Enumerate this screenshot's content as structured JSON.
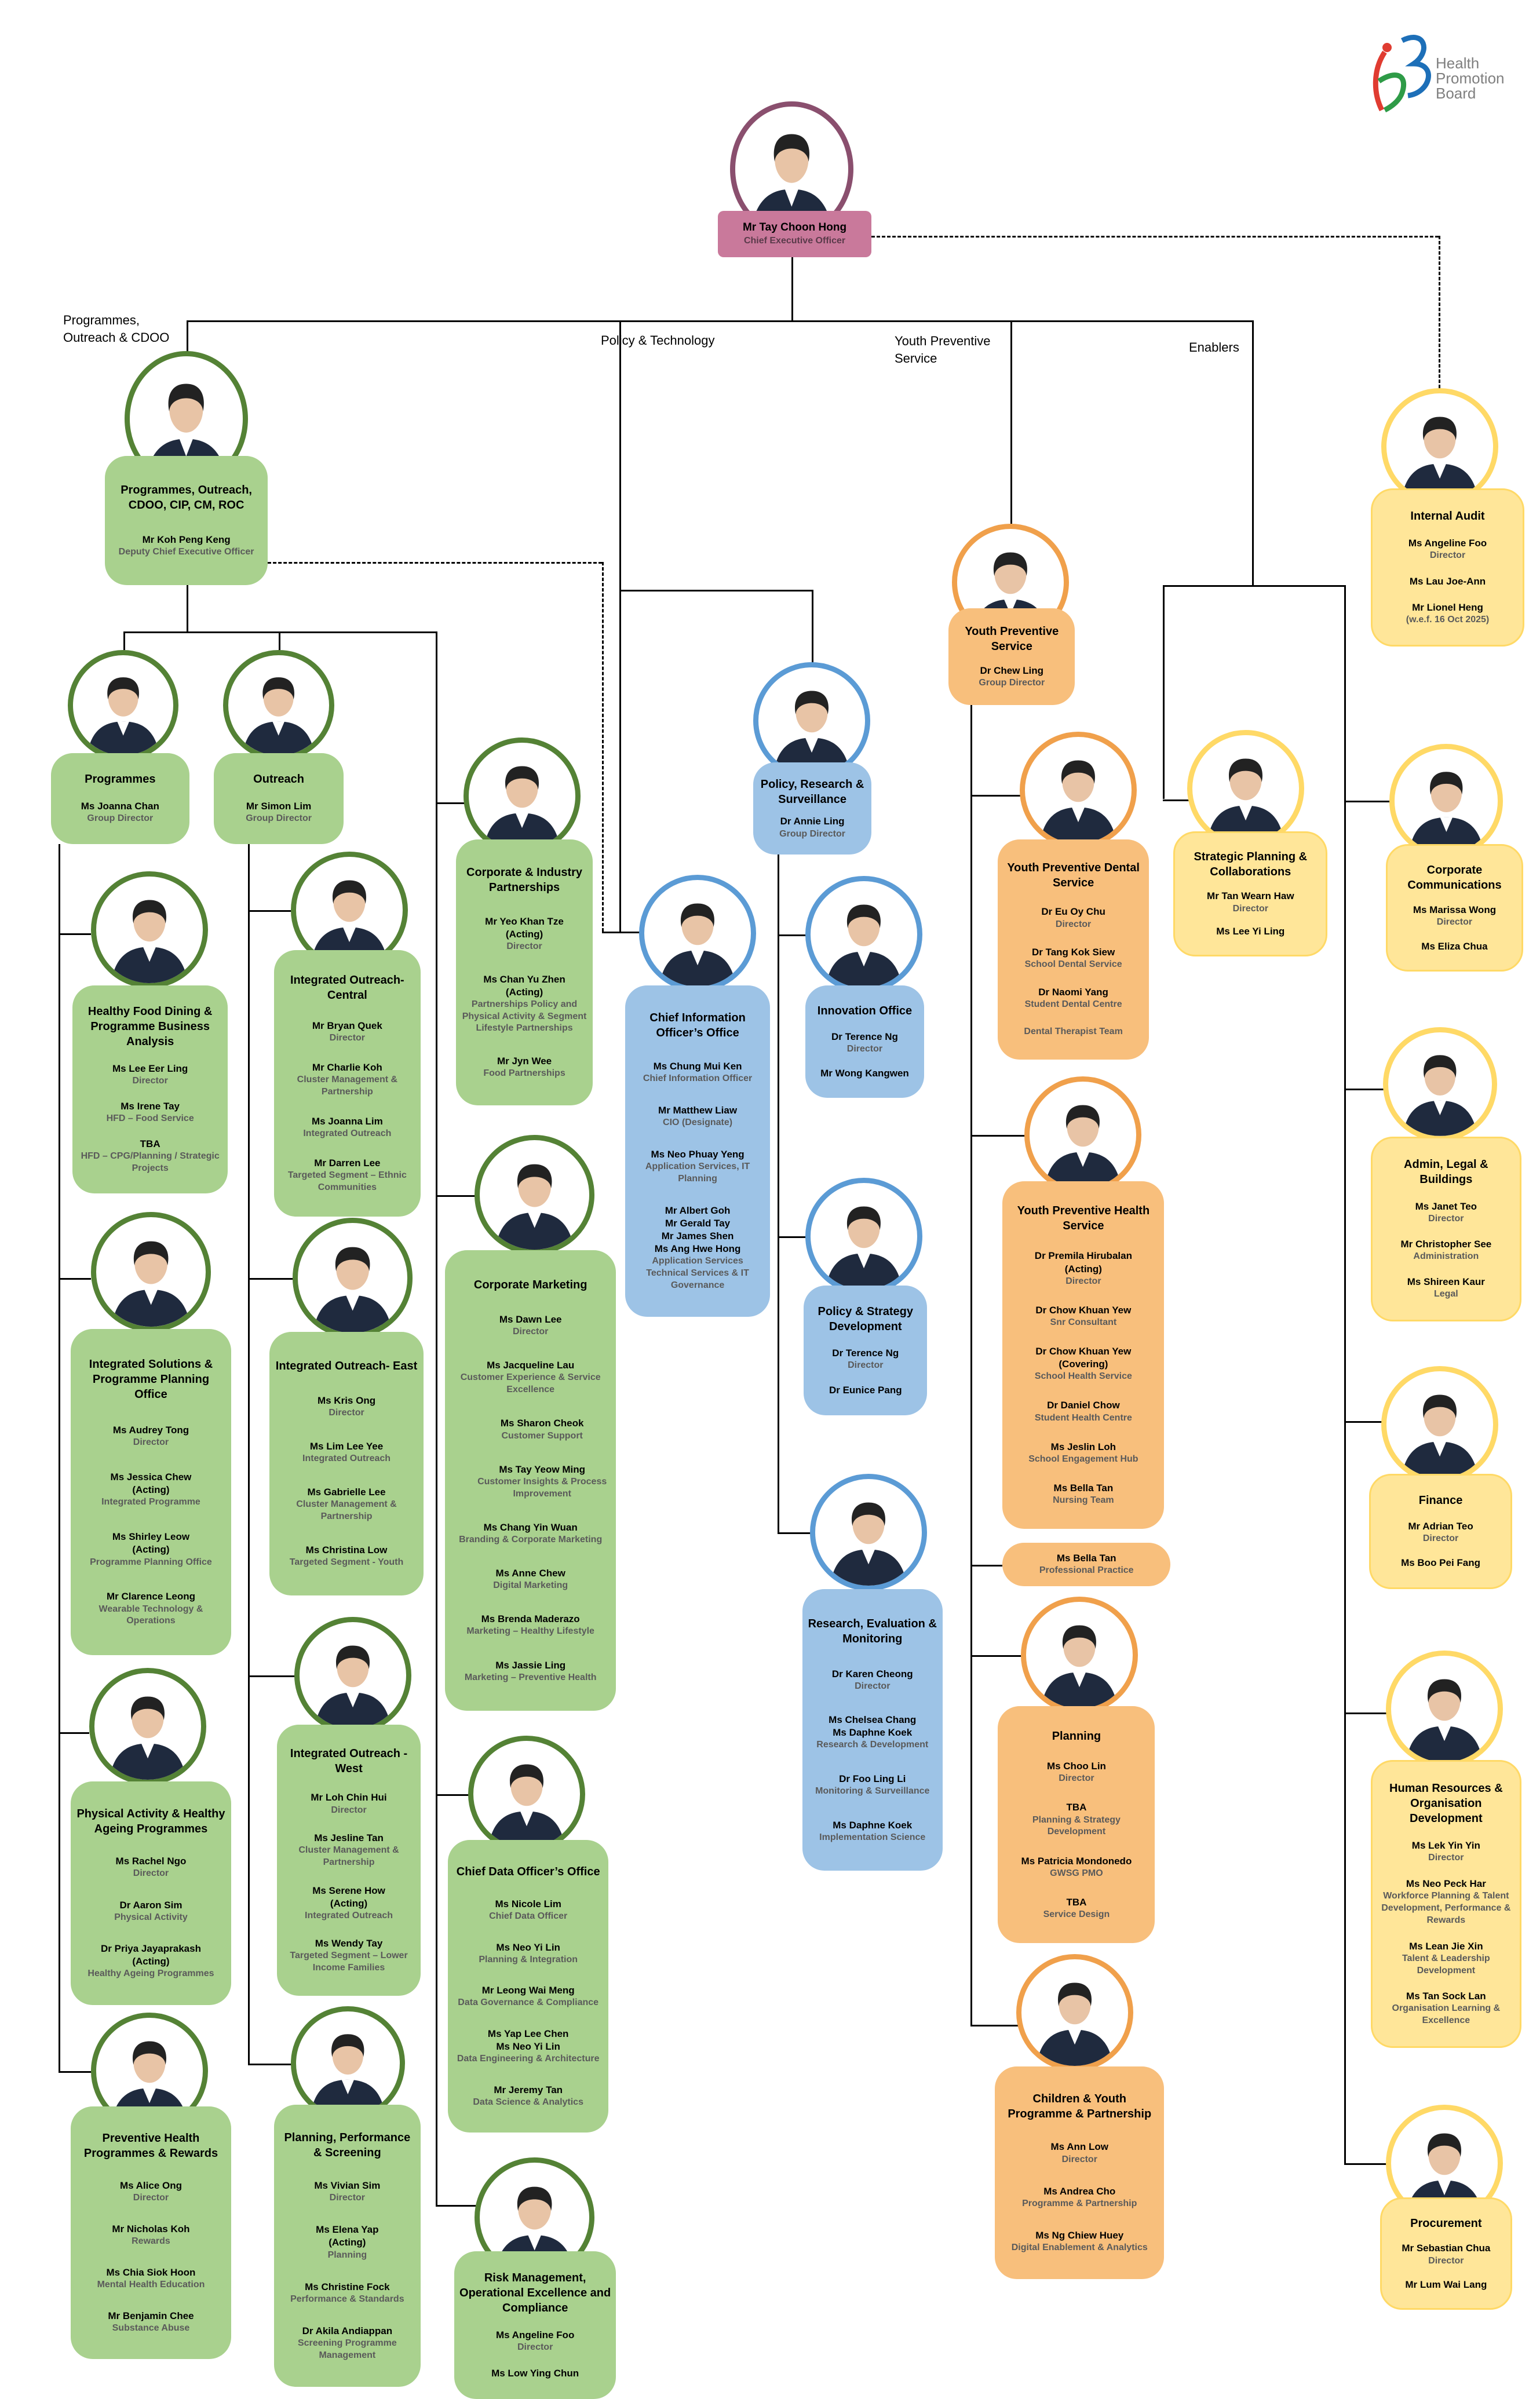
{
  "logo": {
    "text": "Health\nPromotion\nBoard"
  },
  "branches": {
    "programmes": "Programmes,\nOutreach & CDOO",
    "policy": "Policy & Technology",
    "youth": "Youth Preventive\nService",
    "enablers": "Enablers"
  },
  "theme_colors": {
    "green": "#a9d18e",
    "blue": "#9dc3e6",
    "orange": "#f8bf7c",
    "yellow": "#ffe699",
    "pink": "#c9799b"
  },
  "cards": {
    "ceo": {
      "people": [
        {
          "name": "Mr Tay Choon Hong",
          "role": "Chief Executive Officer"
        }
      ]
    },
    "koh": {
      "title": "Programmes, Outreach, CDOO, CIP, CM, ROC",
      "people": [
        {
          "name": "Mr Koh Peng Keng",
          "role": "Deputy Chief Executive Officer"
        }
      ]
    },
    "programmes": {
      "title": "Programmes",
      "people": [
        {
          "name": "Ms Joanna Chan",
          "role": "Group Director"
        }
      ]
    },
    "outreach": {
      "title": "Outreach",
      "people": [
        {
          "name": "Mr Simon Lim",
          "role": "Group Director"
        }
      ]
    },
    "healthy_food": {
      "title": "Healthy Food Dining & Programme Business Analysis",
      "people": [
        {
          "name": "Ms Lee Eer Ling",
          "role": "Director"
        },
        {
          "name": "Ms Irene Tay",
          "role": "HFD – Food Service"
        },
        {
          "name": "TBA",
          "role": "HFD – CPG/Planning / Strategic Projects"
        }
      ]
    },
    "isppo": {
      "title": "Integrated Solutions & Programme Planning Office",
      "people": [
        {
          "name": "Ms Audrey Tong",
          "role": "Director"
        },
        {
          "name": "Ms Jessica Chew\n(Acting)",
          "role": "Integrated Programme"
        },
        {
          "name": "Ms Shirley Leow\n(Acting)",
          "role": "Programme Planning Office"
        },
        {
          "name": "Mr Clarence Leong",
          "role": "Wearable Technology & Operations"
        }
      ]
    },
    "pahap": {
      "title": "Physical Activity & Healthy Ageing Programmes",
      "people": [
        {
          "name": "Ms Rachel Ngo",
          "role": "Director"
        },
        {
          "name": "Dr Aaron Sim",
          "role": "Physical Activity"
        },
        {
          "name": "Dr Priya Jayaprakash\n(Acting)",
          "role": "Healthy Ageing Programmes"
        }
      ]
    },
    "php": {
      "title": "Preventive Health Programmes & Rewards",
      "people": [
        {
          "name": "Ms Alice Ong",
          "role": "Director"
        },
        {
          "name": "Mr Nicholas Koh",
          "role": "Rewards"
        },
        {
          "name": "Ms Chia Siok Hoon",
          "role": "Mental Health Education"
        },
        {
          "name": "Mr Benjamin Chee",
          "role": "Substance Abuse"
        }
      ]
    },
    "io_central": {
      "title": "Integrated Outreach-Central",
      "people": [
        {
          "name": "Mr Bryan Quek",
          "role": "Director"
        },
        {
          "name": "Mr Charlie Koh",
          "role": "Cluster Management & Partnership"
        },
        {
          "name": "Ms Joanna Lim",
          "role": "Integrated Outreach"
        },
        {
          "name": "Mr Darren Lee",
          "role": "Targeted Segment – Ethnic Communities"
        }
      ]
    },
    "io_east": {
      "title": "Integrated Outreach- East",
      "people": [
        {
          "name": "Ms Kris Ong",
          "role": "Director"
        },
        {
          "name": "Ms Lim Lee Yee",
          "role": "Integrated Outreach"
        },
        {
          "name": "Ms Gabrielle Lee",
          "role": "Cluster Management & Partnership"
        },
        {
          "name": "Ms Christina Low",
          "role": "Targeted Segment - Youth"
        }
      ]
    },
    "io_west": {
      "title": "Integrated Outreach - West",
      "people": [
        {
          "name": "Mr Loh Chin Hui",
          "role": "Director"
        },
        {
          "name": "Ms Jesline Tan",
          "role": "Cluster Management & Partnership"
        },
        {
          "name": "Ms Serene How\n(Acting)",
          "role": "Integrated Outreach"
        },
        {
          "name": "Ms Wendy Tay",
          "role": "Targeted Segment – Lower Income Families"
        }
      ]
    },
    "pps": {
      "title": "Planning, Performance & Screening",
      "people": [
        {
          "name": "Ms Vivian Sim",
          "role": "Director"
        },
        {
          "name": "Ms Elena Yap\n(Acting)",
          "role": "Planning"
        },
        {
          "name": "Ms Christine Fock",
          "role": "Performance & Standards"
        },
        {
          "name": "Dr Akila Andiappan",
          "role": "Screening Programme Management"
        }
      ]
    },
    "cip": {
      "title": "Corporate & Industry Partnerships",
      "people": [
        {
          "name": "Mr Yeo Khan Tze\n(Acting)",
          "role": "Director"
        },
        {
          "name": "Ms Chan Yu Zhen\n(Acting)",
          "role": "Partnerships Policy and Physical Activity & Segment Lifestyle Partnerships"
        },
        {
          "name": "Mr Jyn Wee",
          "role": "Food Partnerships"
        }
      ]
    },
    "cm": {
      "title": "Corporate Marketing",
      "people": [
        {
          "name": "Ms Dawn Lee",
          "role": "Director"
        },
        {
          "name": "Ms Jacqueline Lau",
          "role": "Customer Experience & Service Excellence"
        },
        {
          "name": "Ms Sharon Cheok",
          "role": "Customer Support",
          "sub": true
        },
        {
          "name": "Ms Tay Yeow Ming",
          "role": "Customer Insights & Process Improvement",
          "sub": true
        },
        {
          "name": "Ms Chang Yin Wuan",
          "role": "Branding & Corporate Marketing"
        },
        {
          "name": "Ms Anne Chew",
          "role": "Digital Marketing"
        },
        {
          "name": "Ms Brenda Maderazo",
          "role": "Marketing – Healthy Lifestyle"
        },
        {
          "name": "Ms Jassie Ling",
          "role": "Marketing – Preventive Health"
        }
      ]
    },
    "cdo": {
      "title": "Chief Data Officer’s Office",
      "people": [
        {
          "name": "Ms Nicole Lim",
          "role": "Chief Data Officer"
        },
        {
          "name": "Ms Neo Yi Lin",
          "role": "Planning & Integration"
        },
        {
          "name": "Mr Leong Wai Meng",
          "role": "Data Governance & Compliance"
        },
        {
          "name": "Ms Yap Lee Chen\nMs Neo Yi Lin",
          "role": "Data Engineering & Architecture"
        },
        {
          "name": "Mr Jeremy Tan",
          "role": "Data Science & Analytics"
        }
      ]
    },
    "risk": {
      "title": "Risk Management, Operational Excellence and Compliance",
      "people": [
        {
          "name": "Ms Angeline Foo",
          "role": "Director"
        },
        {
          "name": "Ms Low Ying Chun"
        }
      ]
    },
    "prs": {
      "title": "Policy, Research & Surveillance",
      "people": [
        {
          "name": "Dr Annie Ling",
          "role": "Group Director"
        }
      ]
    },
    "cio": {
      "title": "Chief Information Officer’s Office",
      "people": [
        {
          "name": "Ms Chung Mui Ken",
          "role": "Chief Information Officer"
        },
        {
          "name": "Mr Matthew Liaw",
          "role": "CIO (Designate)"
        },
        {
          "name": "Ms Neo Phuay Yeng",
          "role": "Application Services, IT Planning"
        },
        {
          "name": "Mr Albert Goh\nMr Gerald Tay\nMr James Shen\nMs Ang Hwe Hong",
          "role": "Application Services Technical Services & IT Governance"
        }
      ]
    },
    "innovation": {
      "title": "Innovation Office",
      "people": [
        {
          "name": "Dr Terence Ng",
          "role": "Director"
        },
        {
          "name": "Mr Wong Kangwen"
        }
      ]
    },
    "psd": {
      "title": "Policy & Strategy Development",
      "people": [
        {
          "name": "Dr Terence Ng",
          "role": "Director"
        },
        {
          "name": "Dr Eunice Pang"
        }
      ]
    },
    "rem": {
      "title": "Research, Evaluation & Monitoring",
      "people": [
        {
          "name": "Dr Karen Cheong",
          "role": "Director"
        },
        {
          "name": "Ms Chelsea Chang\nMs Daphne Koek",
          "role": "Research & Development"
        },
        {
          "name": "Dr Foo Ling Li",
          "role": "Monitoring & Surveillance"
        },
        {
          "name": "Ms Daphne Koek",
          "role": "Implementation Science"
        }
      ]
    },
    "yps": {
      "title": "Youth Preventive Service",
      "people": [
        {
          "name": "Dr Chew Ling",
          "role": "Group Director"
        }
      ]
    },
    "ypds": {
      "title": "Youth Preventive Dental Service",
      "people": [
        {
          "name": "Dr Eu Oy Chu",
          "role": "Director"
        },
        {
          "name": "Dr Tang Kok Siew",
          "role": "School Dental Service"
        },
        {
          "name": "Dr Naomi Yang",
          "role": "Student Dental Centre"
        },
        {
          "role": "Dental Therapist Team"
        }
      ]
    },
    "yphs": {
      "title": "Youth Preventive Health Service",
      "people": [
        {
          "name": "Dr Premila Hirubalan\n(Acting)",
          "role": "Director"
        },
        {
          "name": "Dr Chow Khuan Yew",
          "role": "Snr Consultant"
        },
        {
          "name": "Dr Chow Khuan Yew\n(Covering)",
          "role": "School Health Service"
        },
        {
          "name": "Dr Daniel Chow",
          "role": "Student Health Centre"
        },
        {
          "name": "Ms Jeslin Loh",
          "role": "School Engagement Hub"
        },
        {
          "name": "Ms Bella Tan",
          "role": "Nursing Team"
        }
      ]
    },
    "bella": {
      "people": [
        {
          "name": "Ms Bella Tan",
          "role": "Professional Practice"
        }
      ]
    },
    "planning": {
      "title": "Planning",
      "people": [
        {
          "name": "Ms Choo Lin",
          "role": "Director"
        },
        {
          "name": "TBA",
          "role": "Planning & Strategy Development"
        },
        {
          "name": "Ms Patricia Mondonedo",
          "role": "GWSG PMO"
        },
        {
          "name": "TBA",
          "role": "Service Design"
        }
      ]
    },
    "cyp": {
      "title": "Children & Youth Programme & Partnership",
      "people": [
        {
          "name": "Ms Ann Low",
          "role": "Director"
        },
        {
          "name": "Ms Andrea Cho",
          "role": "Programme & Partnership"
        },
        {
          "name": "Ms Ng Chiew Huey",
          "role": "Digital Enablement & Analytics"
        }
      ]
    },
    "ia": {
      "title": "Internal Audit",
      "people": [
        {
          "name": "Ms Angeline Foo",
          "role": "Director"
        },
        {
          "name": "Ms Lau Joe-Ann"
        },
        {
          "name": "Mr Lionel Heng",
          "role": "(w.e.f. 16 Oct 2025)"
        }
      ]
    },
    "spc": {
      "title": "Strategic Planning & Collaborations",
      "people": [
        {
          "name": "Mr Tan Wearn Haw",
          "role": "Director"
        },
        {
          "name": "Ms Lee Yi Ling"
        }
      ]
    },
    "cc": {
      "title": "Corporate Communications",
      "people": [
        {
          "name": "Ms Marissa Wong",
          "role": "Director"
        },
        {
          "name": "Ms Eliza Chua"
        }
      ]
    },
    "alb": {
      "title": "Admin, Legal & Buildings",
      "people": [
        {
          "name": "Ms Janet Teo",
          "role": "Director"
        },
        {
          "name": "Mr Christopher See",
          "role": "Administration"
        },
        {
          "name": "Ms Shireen Kaur",
          "role": "Legal"
        }
      ]
    },
    "finance": {
      "title": "Finance",
      "people": [
        {
          "name": "Mr Adrian Teo",
          "role": "Director"
        },
        {
          "name": "Ms Boo Pei Fang"
        }
      ]
    },
    "hr": {
      "title": "Human Resources & Organisation Development",
      "people": [
        {
          "name": "Ms Lek Yin Yin",
          "role": "Director"
        },
        {
          "name": "Ms Neo Peck Har",
          "role": "Workforce Planning & Talent Development, Performance & Rewards"
        },
        {
          "name": "Ms Lean Jie Xin",
          "role": "Talent & Leadership Development"
        },
        {
          "name": "Ms Tan Sock Lan",
          "role": "Organisation Learning & Excellence"
        }
      ]
    },
    "procurement": {
      "title": "Procurement",
      "people": [
        {
          "name": "Mr Sebastian Chua",
          "role": "Director"
        },
        {
          "name": "Mr Lum Wai Lang"
        }
      ]
    }
  }
}
